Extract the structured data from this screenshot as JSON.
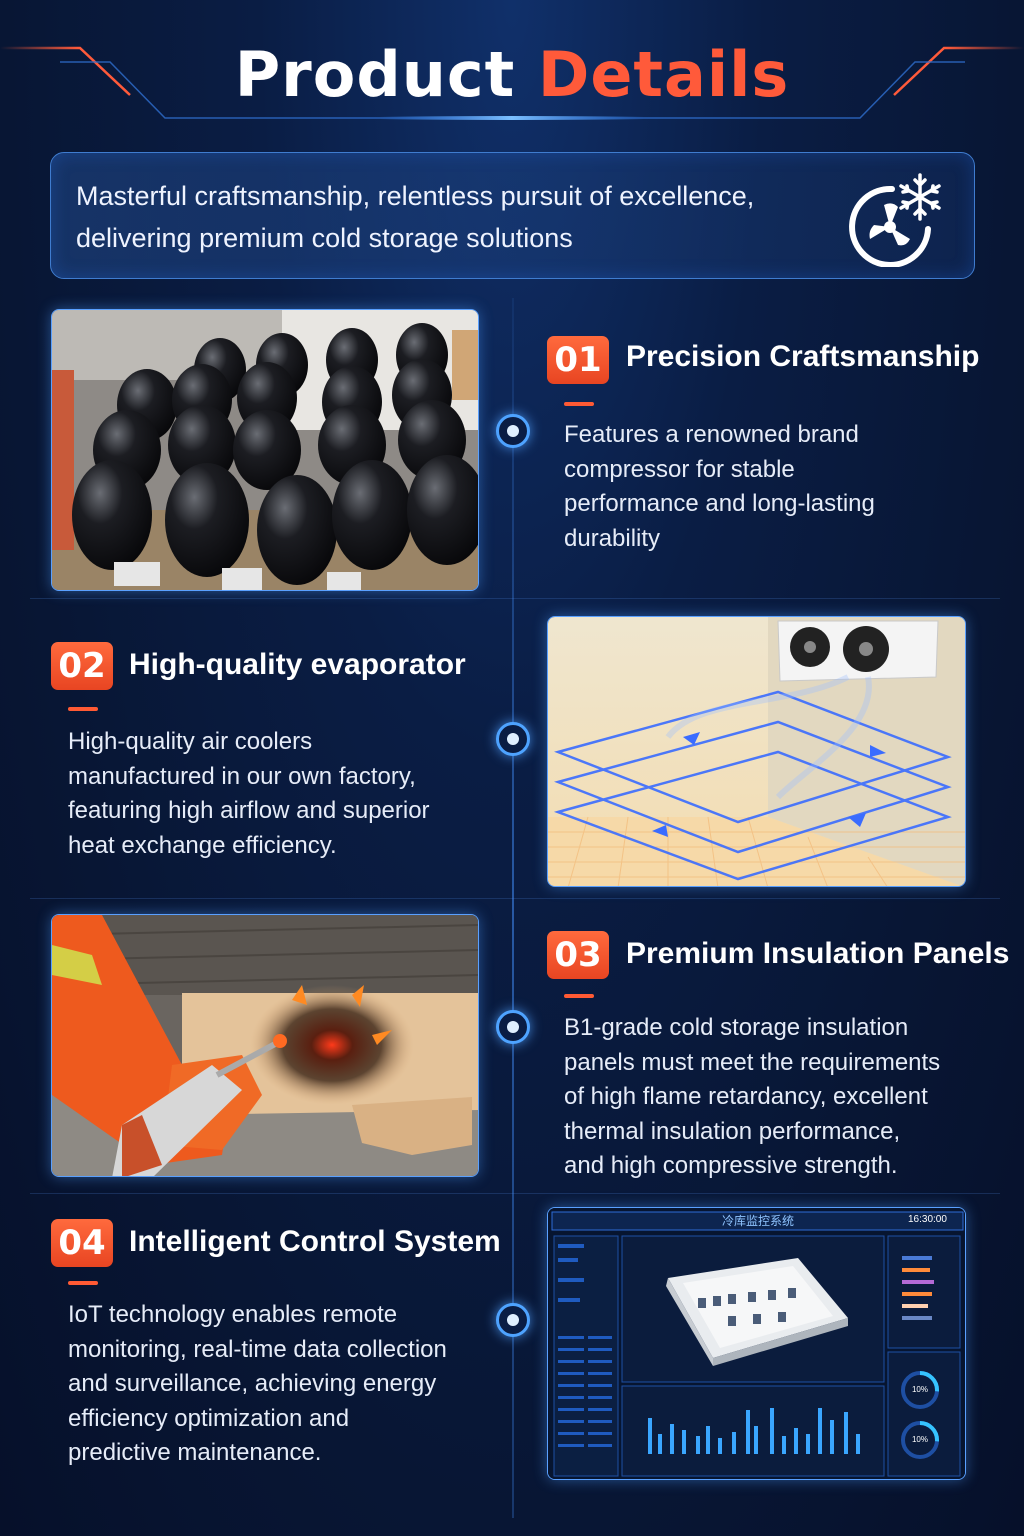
{
  "header": {
    "title_part1": "Product",
    "title_part2": "Details"
  },
  "banner": {
    "line1": "Masterful craftsmanship, relentless pursuit of excellence,",
    "line2": "delivering premium cold storage solutions",
    "icon": "fan-snowflake-icon"
  },
  "sections": [
    {
      "number": "01",
      "title": "Precision Craftsmanship",
      "description": [
        "Features a renowned brand",
        "compressor for stable",
        "performance and long-lasting",
        "durability"
      ],
      "image": "compressors-photo"
    },
    {
      "number": "02",
      "title": "High-quality evaporator",
      "description": [
        "High-quality air coolers",
        "manufactured in our own factory,",
        "featuring high airflow and superior",
        "heat exchange efficiency."
      ],
      "image": "air-cooler-airflow-illustration"
    },
    {
      "number": "03",
      "title": "Premium Insulation Panels",
      "description": [
        "B1-grade cold storage insulation",
        "panels must meet the requirements",
        "of high flame retardancy, excellent",
        "thermal insulation performance,",
        "and high compressive strength."
      ],
      "image": "flame-test-photo"
    },
    {
      "number": "04",
      "title": "Intelligent Control System",
      "description": [
        "IoT technology enables remote",
        "monitoring, real-time data collection",
        "and surveillance, achieving energy",
        "efficiency optimization and",
        "predictive maintenance."
      ],
      "image": "monitoring-dashboard-screenshot"
    }
  ],
  "dashboard": {
    "title": "冷库监控系统",
    "time": "16:30:00",
    "gauge1": "10%",
    "gauge2": "10%"
  },
  "colors": {
    "accent": "#ff5a3a",
    "background": "#0a1d44",
    "line": "#4ea3ff"
  }
}
